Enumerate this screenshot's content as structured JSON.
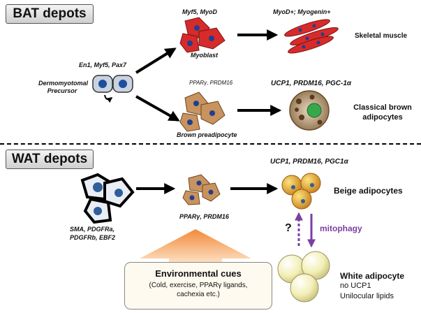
{
  "bat": {
    "title": "BAT depots",
    "precursor_markers": "En1, Myf5, Pax7",
    "precursor_label": "Dermomyotomal Precursor",
    "myoblast_markers": "Myf5, MyoD",
    "myoblast_label": "Myoblast",
    "muscle_markers": "MyoD+; Myogenin+",
    "muscle_label": "Skeletal muscle",
    "preadipocyte_markers": "PPARγ, PRDM16",
    "preadipocyte_label": "Brown preadipocyte",
    "brown_markers": "UCP1, PRDM16, PGC-1α",
    "brown_label": "Classical brown adipocytes"
  },
  "wat": {
    "title": "WAT depots",
    "progenitor_markers": "SMA, PDGFRa, PDGFRb, EBF2",
    "precursor_markers": "PPARγ, PRDM16",
    "beige_markers": "UCP1, PRDM16, PGC1α",
    "beige_label": "Beige adipocytes",
    "question": "?",
    "mitophagy": "mitophagy",
    "white_label": "White adipocyte",
    "white_line2": "no UCP1",
    "white_line3": "Unilocular lipids"
  },
  "environment": {
    "title": "Environmental cues",
    "line1": "(Cold, exercise, PPARγ ligands,",
    "line2": "cachexia etc.)"
  },
  "colors": {
    "mitophagy": "#7b3fa0",
    "myoblast": "#d62b2b",
    "preadipocyte": "#c8935f",
    "cue_arrow": "#f2a66a"
  }
}
